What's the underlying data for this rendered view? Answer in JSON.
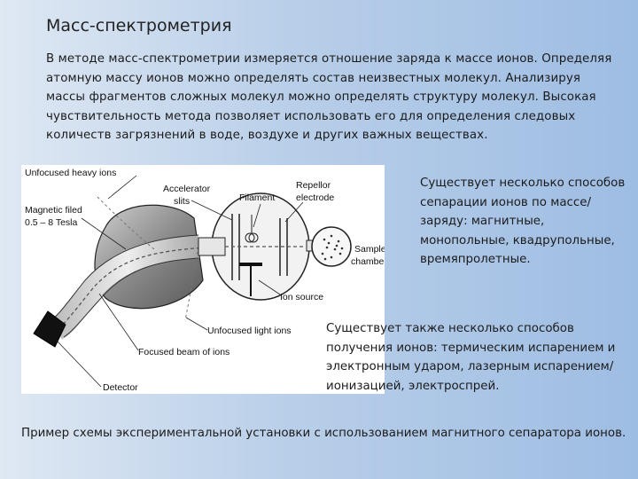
{
  "slide": {
    "title": "Масс-спектрометрия",
    "intro": "В методе масс-спектрометрии измеряется отношение заряда к массе ионов. Определяя атомную массу ионов можно определять состав неизвестных молекул. Анализируя массы фрагментов сложных молекул можно определять структуру молекул. Высокая чувствительность метода позволяет использовать его для определения следовых количеств загрязнений в воде, воздухе и других важных веществах.",
    "separation_text": "Существует несколько способов сепарации ионов по массе/заряду: магнитные, монопольные, квадрупольные, времяпролетные.",
    "ionization_text": "Существует также несколько способов получения ионов: термическим испарением и электронным ударом, лазерным испарением/ионизацией, электроспрей.",
    "caption": "Пример схемы экспериментальной установки с использованием магнитного сепаратора ионов."
  },
  "diagram": {
    "labels": {
      "unfocused_heavy": "Unfocused heavy ions",
      "magnetic_field_1": "Magnetic filed",
      "magnetic_field_2": "0.5 – 8 Tesla",
      "accelerator_1": "Accelerator",
      "accelerator_2": "slits",
      "filament": "Filament",
      "repellor_1": "Repellor",
      "repellor_2": "electrode",
      "sample_1": "Sample",
      "sample_2": "chamber",
      "ion_source": "Ion source",
      "unfocused_light": "Unfocused light ions",
      "focused_beam": "Focused beam of ions",
      "detector": "Detector"
    }
  }
}
